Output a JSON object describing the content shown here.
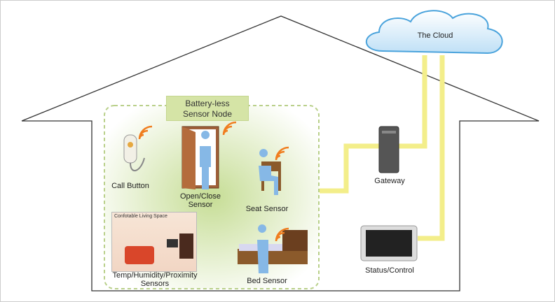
{
  "cloud": {
    "label": "The Cloud"
  },
  "sensor_node": {
    "label_line1": "Battery-less",
    "label_line2": "Sensor Node"
  },
  "devices": {
    "call_button": "Call Button",
    "open_close_line1": "Open/Close",
    "open_close_line2": "Sensor",
    "seat_sensor": "Seat Sensor",
    "temp_line1": "Temp/Humidity/Proximity",
    "temp_line2": "Sensors",
    "bed_sensor": "Bed Sensor",
    "gateway": "Gateway",
    "status_control": "Status/Control"
  },
  "room_caption": "Confotable Living Space",
  "colors": {
    "link": "#f3ee8a",
    "wireless": "#f07d1f",
    "zone": "#cfe2a6",
    "person": "#86b8e6"
  }
}
